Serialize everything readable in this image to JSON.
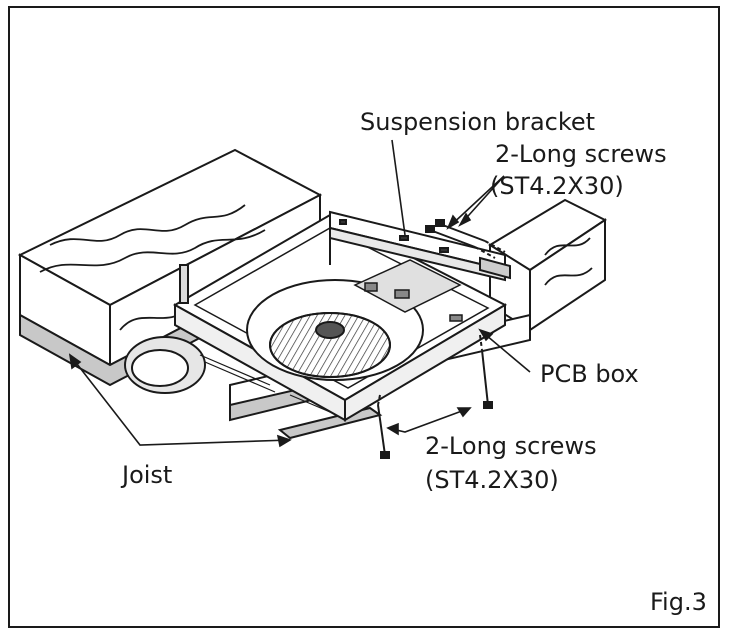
{
  "labels": {
    "suspension_bracket": "Suspension bracket",
    "top_screws_line1": "2-Long screws",
    "top_screws_line2": "(ST4.2X30)",
    "pcb_box": "PCB box",
    "bottom_screws_line1": "2-Long screws",
    "bottom_screws_line2": "(ST4.2X30)",
    "joist": "Joist",
    "figure": "Fig.3"
  },
  "colors": {
    "ink": "#1a1a1a",
    "shade": "#c8c8c8",
    "paper": "#ffffff"
  }
}
